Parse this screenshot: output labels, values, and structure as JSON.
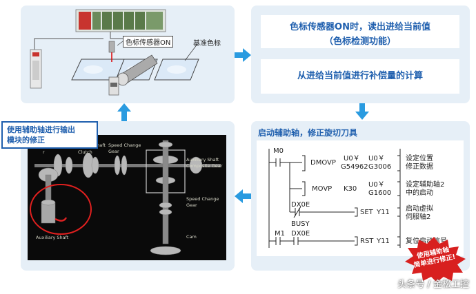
{
  "sensor_panel": {
    "sensor_on_label": "色标传感器ON",
    "reference_mark_label": "基准色标"
  },
  "step1": {
    "line1": "色标传感器ON时，读出进给当前值",
    "line2": "（色标检测功能）"
  },
  "step2": {
    "text": "从进给当前值进行补偿量的计算"
  },
  "step3": {
    "title": "启动辅助轴，修正旋切刀具"
  },
  "ladder": {
    "contact_m0": "M0",
    "rung1": {
      "instr": "DMOVP",
      "src_top": "U0￥",
      "src_bottom": "G54962",
      "dst_top": "U0￥",
      "dst_bottom": "G3006",
      "comment_line1": "设定位置",
      "comment_line2": "修正数据"
    },
    "rung2": {
      "instr": "MOVP",
      "src": "K30",
      "dst_top": "U0￥",
      "dst_bottom": "G1600",
      "comment_line1": "设定辅助轴2",
      "comment_line2": "中的启动"
    },
    "rung3": {
      "contact": "DX0E",
      "busy": "BUSY",
      "instr": "SET",
      "operand": "Y11",
      "comment_line1": "启动虚拟",
      "comment_line2": "伺服轴2"
    },
    "rung4": {
      "contact1": "M1",
      "contact2": "DX0E",
      "instr": "RST",
      "operand": "Y11",
      "comment_line1": "复位启动信号"
    }
  },
  "callout": {
    "line1": "使用辅助轴进行输出",
    "line2": "模块的修正"
  },
  "simulation": {
    "label_clutch": "Clutch",
    "label_shaft": "Shaft",
    "label_speed_change_gear": "Speed Change",
    "label_gear": "Gear",
    "label_aux_composite_1": "Auxiliary Shaft",
    "label_aux_composite_2": "Composite Gear",
    "label_speed_change_gear2_1": "Speed Change",
    "label_speed_change_gear2_2": "Gear",
    "label_cam": "Cam",
    "label_aux_shaft": "Auxiliary Shaft",
    "label_r": "r"
  },
  "burst": {
    "line1": "使用辅助轴",
    "line2": "简单进行修正!"
  },
  "watermark": "头条号 / 金松工控"
}
